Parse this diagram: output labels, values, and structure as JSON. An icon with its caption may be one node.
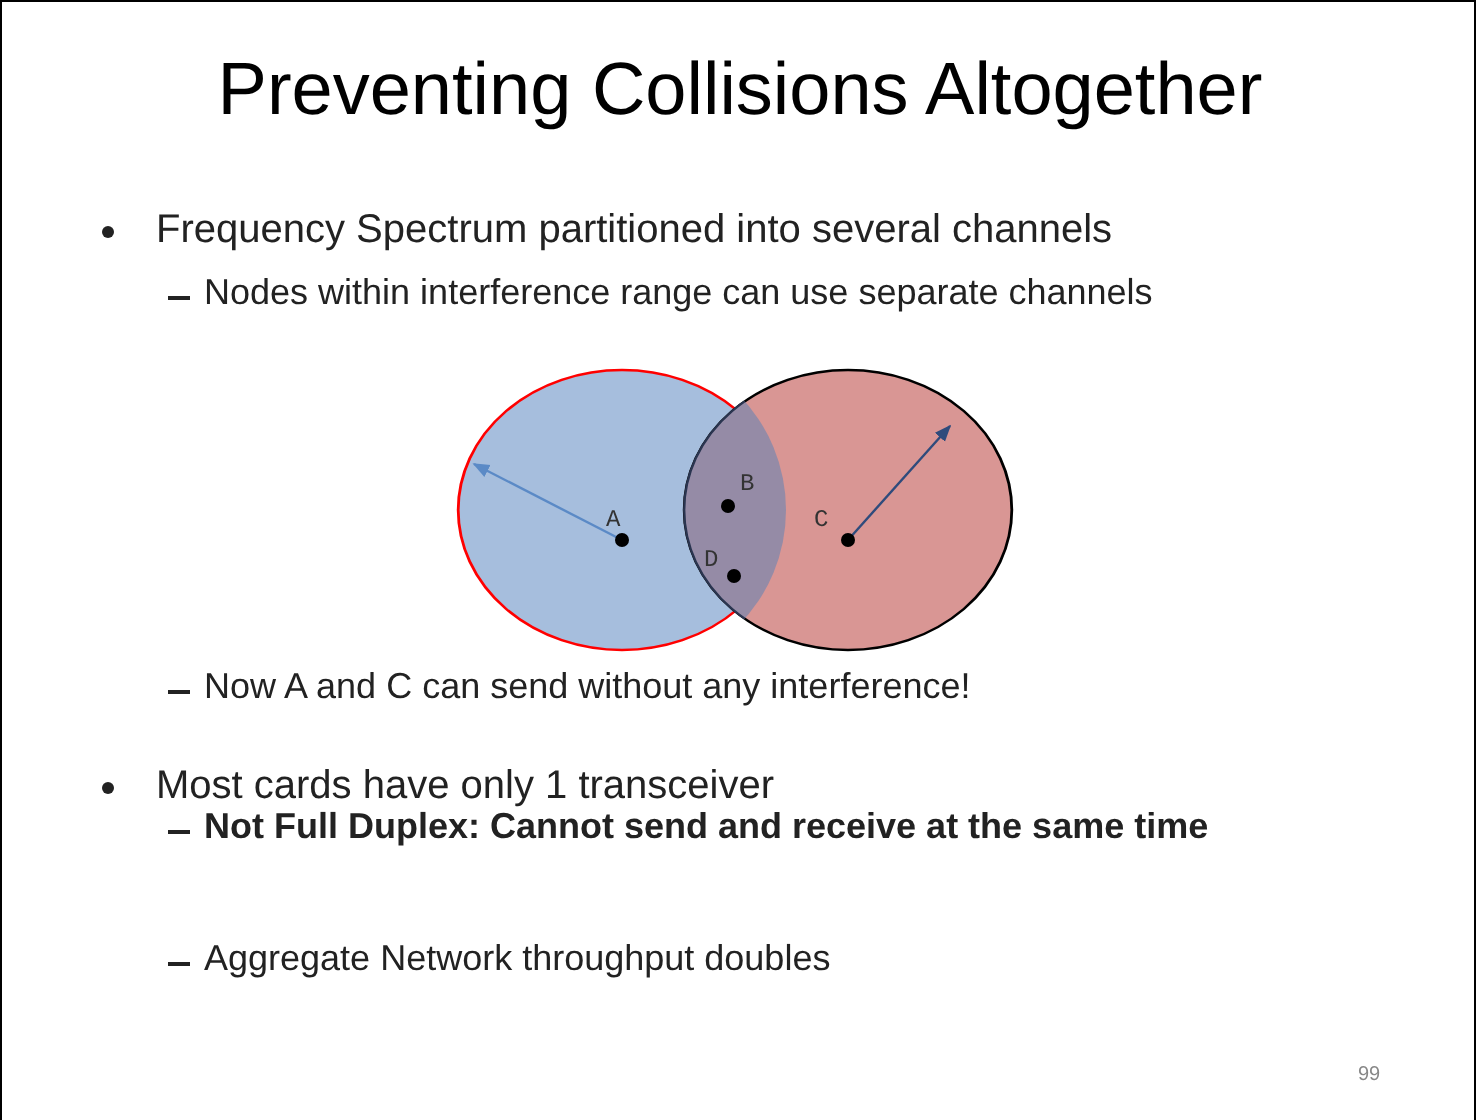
{
  "diagram": {
    "title": "Preventing Collisions Altogether",
    "labels": [
      "Frequency Spectrum partitioned into several channels",
      "Nodes within interference range can use separate channels",
      "B",
      "A",
      "C",
      "D",
      "Now A and C can send without any interference!",
      "Most cards have only 1 transceiver",
      "Not Full Duplex:  Cannot send and receive at the same time",
      "Aggregate Network throughput doubles",
      "99"
    ]
  }
}
